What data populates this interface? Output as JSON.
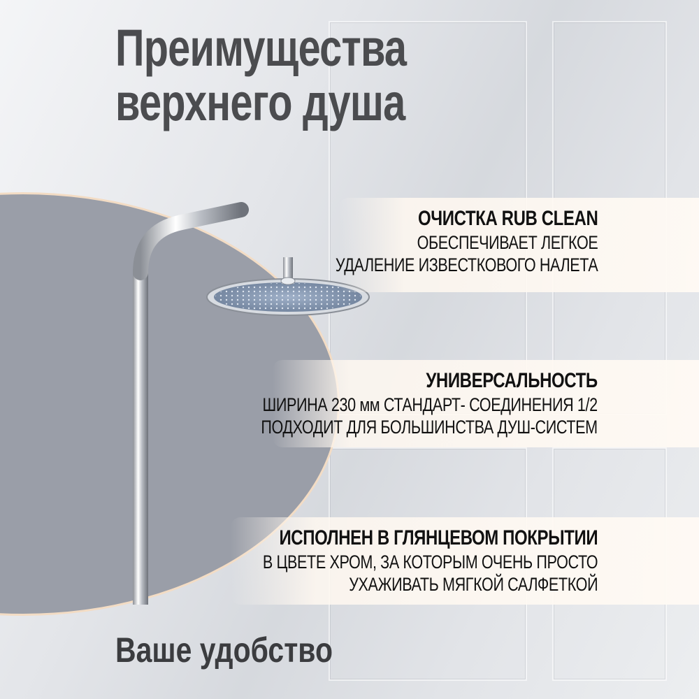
{
  "title": {
    "line1": "Преимущества",
    "line2": "верхнего душа"
  },
  "features": [
    {
      "heading": "ОЧИСТКА RUB CLEAN",
      "line1": "ОБЕСПЕЧИВАЕТ ЛЕГКОЕ",
      "line2": "УДАЛЕНИЕ ИЗВЕСТКОВОГО НАЛЕТА"
    },
    {
      "heading": "УНИВЕРСАЛЬНОСТЬ",
      "line1": "ШИРИНА 230 мм СТАНДАРТ- СОЕДИНЕНИЯ 1/2",
      "line2": "ПОДХОДИТ ДЛЯ БОЛЬШИНСТВА ДУШ-СИСТЕМ"
    },
    {
      "heading": "ИСПОЛНЕН В ГЛЯНЦЕВОМ ПОКРЫТИИ",
      "line1": "В ЦВЕТЕ ХРОМ, ЗА КОТОРЫМ ОЧЕНЬ ПРОСТО",
      "line2": "УХАЖИВАТЬ МЯГКОЙ САЛФЕТКОЙ"
    }
  ],
  "footer": "Ваше удобство",
  "colors": {
    "title": "#4b4c4f",
    "circle": "#9a9ea8",
    "circle_border": "#f3dcc4",
    "chrome": "#c9ccd2"
  },
  "icons": [
    "shower-head-icon"
  ]
}
